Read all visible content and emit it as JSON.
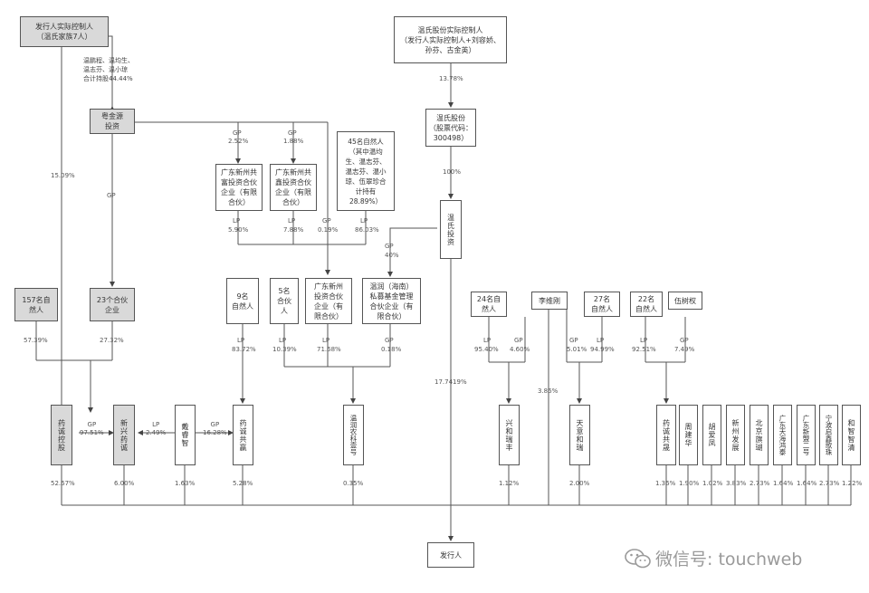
{
  "nodes": {
    "actual_controller": "发行人实际控制人\n（温氏家族7人）",
    "wens_controller": "温氏股份实际控制人\n（发行人实际控制人+刘容娇、\n孙芬、古金英）",
    "yuejinyuan": "粤金源\n投资",
    "wens_shares": "温氏股份\n（股票代码：\n300498）",
    "gd_xinzhou_gongfu": "广东新州共\n富投资合伙\n企业（有限\n合伙）",
    "gd_xinzhou_gongxin": "广东新州共\n鑫投资合伙\n企业（有限\n合伙）",
    "natural_45": "45名自然人\n（其中温均\n生、温志芬、\n温志芬、温小\n琼、伍翠珍合\n计持有\n28.89%）",
    "wens_invest": "温氏投资",
    "natural_157": "157名自\n然人",
    "partners_23": "23个合伙\n企业",
    "natural_9": "9名\n自然人",
    "partners_5": "5名\n合伙\n人",
    "gd_xinzhou_touzi": "广东新州\n投资合伙\n企业（有\n限合伙）",
    "wens_hainan": "温润（海南）\n私募基金管理\n合伙企业（有\n限合伙）",
    "natural_24": "24名自\n然人",
    "li_weigang": "李维刚",
    "natural_27": "27名\n自然人",
    "natural_22": "22名\n自然人",
    "wu_shupu": "伍树权",
    "yaocheng_holding": "药诚控股",
    "xinxing_yaocheng": "新兴药诚",
    "dai_yanzhi": "戴睿智",
    "yaocheng_gongying": "药诚共赢",
    "wenrun_nongke": "温润农科壹号",
    "xinghe_ruifeng": "兴和瑞丰",
    "tianyi_herui": "天意和瑞",
    "yaocheng_gongsheng": "药诚共晟",
    "zhou_jianhua": "周建华",
    "hu_aifeng": "胡爱凤",
    "xinzhou_fazhan": "新州发展",
    "beijing_qihao": "北京旗瑚",
    "gd_tianhai": "广东天海鸿泰",
    "gd_xinmeng": "广东新盟二号",
    "ningbo_jinxin": "宁波启鑫歌珠",
    "hezhi_zhiqing": "和智智清",
    "issuer": "发行人"
  },
  "labels": {
    "hold_4444": "温鹏程、温均生、\n温志芬、温小琼\n合计持股44.44%",
    "pct_1378": "13.78%",
    "pct_100": "100%",
    "pct_1509": "15.09%",
    "gp": "GP",
    "lp": "LP",
    "pct_252": "2.52%",
    "pct_188": "1.88%",
    "pct_590": "5.90%",
    "pct_788": "7.88%",
    "pct_019": "0.19%",
    "pct_8603": "86.03%",
    "pct_40": "40%",
    "pct_5739": "57.39%",
    "pct_2732": "27.32%",
    "pct_8372": "83.72%",
    "pct_1039": "10.39%",
    "pct_7168": "71.68%",
    "pct_018": "0.18%",
    "pct_9540": "95.40%",
    "pct_460": "4.60%",
    "pct_501": "5.01%",
    "pct_9499": "94.99%",
    "pct_9251": "92.51%",
    "pct_749": "7.49%",
    "pct_1774": "17.7419%",
    "pct_386": "3.86%",
    "gp_9751": "GP\n97.51%",
    "lp_249": "LP\n2.49%",
    "gp_1628": "GP\n16.28%",
    "pct_5267": "52.67%",
    "pct_600": "6.00%",
    "pct_163": "1.63%",
    "pct_528": "5.28%",
    "pct_035": "0.35%",
    "pct_112": "1.12%",
    "pct_200": "2.00%",
    "pct_136": "1.36%",
    "pct_190": "1.90%",
    "pct_102": "1.02%",
    "pct_383": "3.83%",
    "pct_273a": "2.73%",
    "pct_164a": "1.64%",
    "pct_164b": "1.64%",
    "pct_273b": "2.73%",
    "pct_122": "1.22%"
  },
  "watermark": "微信号: touchweb"
}
